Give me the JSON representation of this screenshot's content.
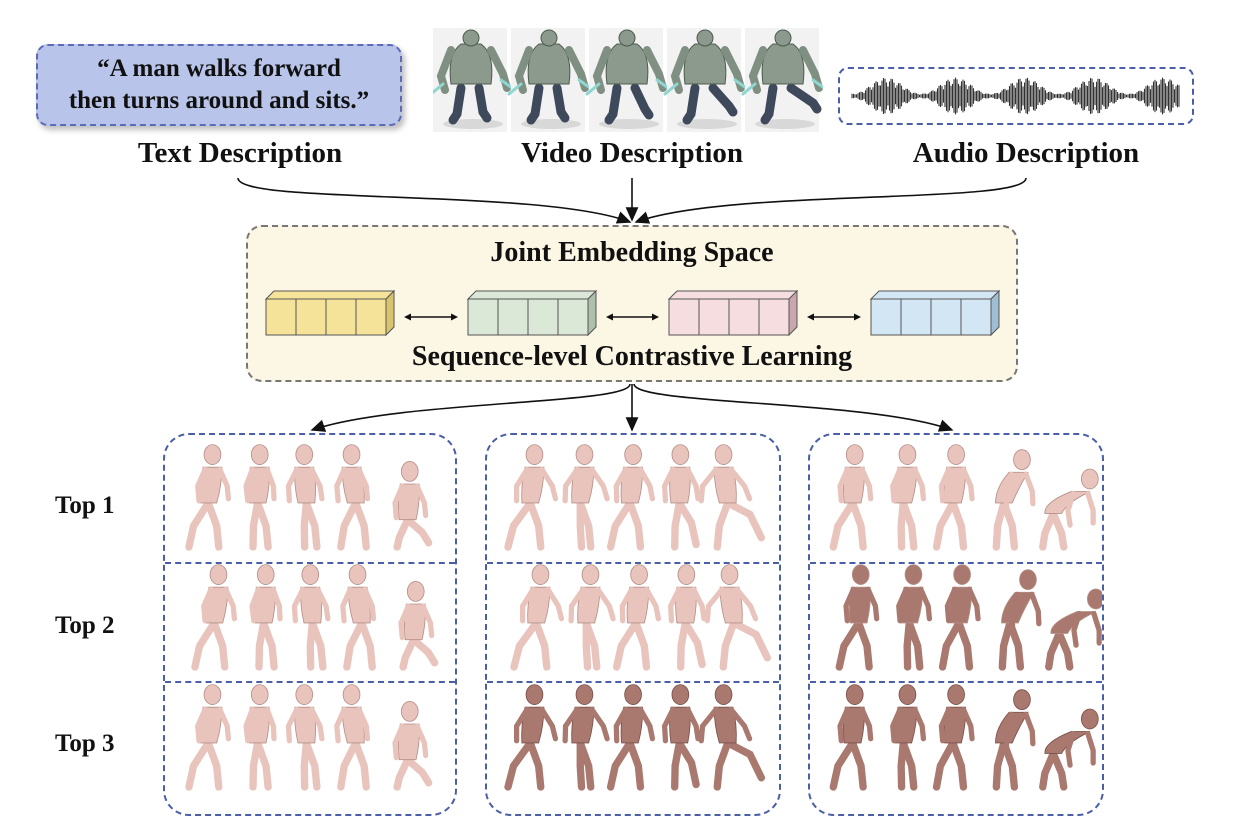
{
  "inputs": {
    "text": {
      "quote_line1": "“A man walks forward",
      "quote_line2": "then turns around and sits.”",
      "caption": "Text Description"
    },
    "video": {
      "caption": "Video Description",
      "frame_count": 5
    },
    "audio": {
      "caption": "Audio Description"
    }
  },
  "embedding": {
    "title": "Joint Embedding Space",
    "subtitle": "Sequence-level Contrastive Learning",
    "blocks": [
      {
        "color": "#f6e39a",
        "side": "#d9c46e"
      },
      {
        "color": "#dbe8d8",
        "side": "#aebfab"
      },
      {
        "color": "#f6dde0",
        "side": "#c9a8ad"
      },
      {
        "color": "#d3e6f3",
        "side": "#9fbed4"
      }
    ]
  },
  "results": {
    "row_labels": [
      "Top 1",
      "Top 2",
      "Top 3"
    ],
    "panel_count": 3,
    "figure_color": "#e8c4bc",
    "figure_dark": "#a9786e"
  },
  "colors": {
    "accent_blue": "#4b5fa8",
    "quote_fill": "#b8c4ea",
    "embed_fill": "#fcf6e4"
  }
}
